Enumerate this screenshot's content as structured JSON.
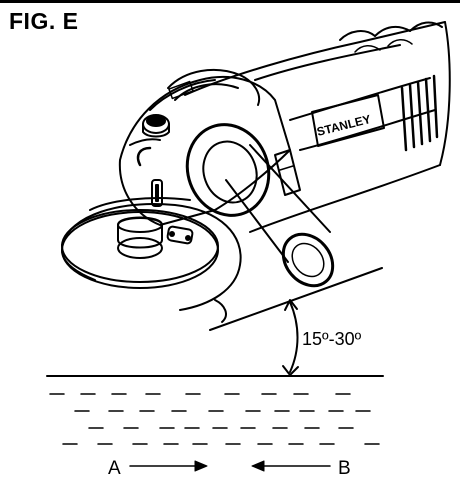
{
  "figure": {
    "label": "FIG. E"
  },
  "tool": {
    "brand": "STANLEY"
  },
  "annotations": {
    "angle_range": "15º-30º",
    "direction_a": "A",
    "direction_b": "B"
  },
  "colors": {
    "line": "#000000",
    "background": "#ffffff"
  }
}
